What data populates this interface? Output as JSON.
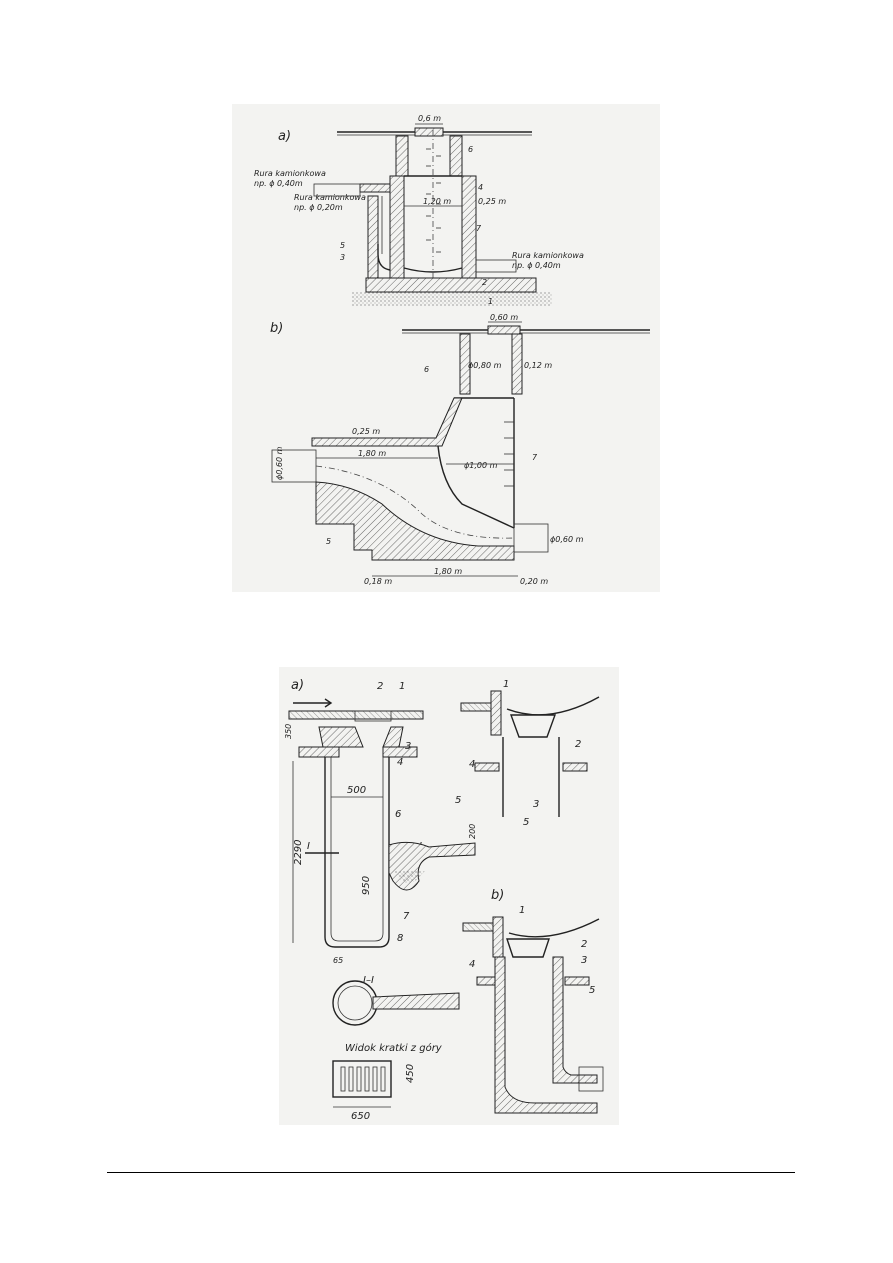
{
  "top_figure": {
    "panel_a": {
      "letter": "a)",
      "dims": {
        "opening": "0,6 m",
        "inner": "1,20 m",
        "wall": "0,25 m"
      },
      "pipes": {
        "upper_name": "Rura kamionkowa",
        "upper_size": "np. ϕ 0,40m",
        "middle_name": "Rura kamionkowa",
        "middle_size": "np. ϕ 0,20m",
        "right_name": "Rura kamionkowa",
        "right_size": "np. ϕ 0,40m"
      },
      "numbers": [
        "1",
        "2",
        "3",
        "4",
        "5",
        "6",
        "7"
      ]
    },
    "panel_b": {
      "letter": "b)",
      "dims": {
        "opening": "0,60 m",
        "shaft": "ϕ0,80 m",
        "shaft_wall": "0,12 m",
        "top_slab": "0,25 m",
        "inlet": "ϕ0,60 m",
        "length": "1,80 m",
        "chamber": "ϕ1,00 m",
        "outlet": "ϕ0,60 m",
        "base": "1,80 m",
        "bottom_left": "0,18 m",
        "bottom_right": "0,20 m"
      },
      "numbers": [
        "6",
        "7",
        "5"
      ]
    }
  },
  "bottom_figure": {
    "panel_a": {
      "letter": "a)",
      "dims": {
        "d350": "350",
        "d500": "500",
        "d2290": "2290",
        "d950": "950",
        "d200": "200",
        "d65": "65"
      },
      "section_mark": "I",
      "section_title": "I–I",
      "grate_caption": "Widok kratki z góry",
      "grate_w": "650",
      "grate_h": "450",
      "numbers": [
        "1",
        "2",
        "3",
        "4",
        "5",
        "6",
        "7",
        "8"
      ]
    },
    "detail_top": {
      "numbers": [
        "1",
        "2",
        "3",
        "4",
        "5"
      ]
    },
    "panel_b": {
      "letter": "b)",
      "numbers": [
        "1",
        "2",
        "3",
        "4",
        "5"
      ]
    }
  }
}
